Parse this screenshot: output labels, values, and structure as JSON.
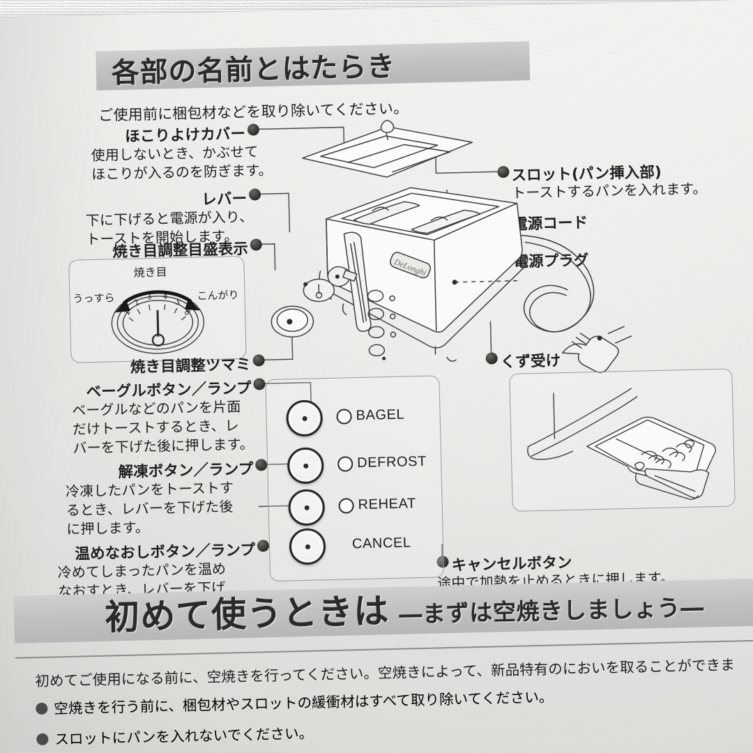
{
  "document": {
    "language": "ja",
    "kind": "appliance-instruction-manual-page",
    "product_brand": "DeLonghi"
  },
  "sections": {
    "parts": {
      "heading": "各部の名前とはたらき",
      "notice": "ご使用前に梱包材などを取り除いてください。"
    },
    "first_use": {
      "heading_main": "初めて使うときは",
      "heading_sub": "―まずは空焼きしましょう―",
      "paragraph": "初めてご使用になる前に、空焼きを行ってください。空焼きによって、新品特有のにおいを取ることができま",
      "bullets": [
        "空焼きを行う前に、梱包材やスロットの緩衝材はすべて取り除いてください。",
        "スロットにパンを入れないでください。"
      ]
    }
  },
  "callouts_left": [
    {
      "id": "dust-cover",
      "label": "ほこりよけカバー",
      "description": "使用しないとき、かぶせて\nほこりが入るのを防ぎます。"
    },
    {
      "id": "lever",
      "label": "レバー",
      "description": "下に下げると電源が入り、\nトーストを開始します。"
    },
    {
      "id": "browning-scale",
      "label": "焼き目調整目盛表示",
      "description": ""
    },
    {
      "id": "browning-knob",
      "label": "焼き目調整ツマミ",
      "description": ""
    },
    {
      "id": "bagel-button",
      "label": "ベーグルボタン／ランプ",
      "description": "ベーグルなどのパンを片面\nだけトーストするとき、レ\nバーを下げた後に押します。"
    },
    {
      "id": "defrost-button",
      "label": "解凍ボタン／ランプ",
      "description": "冷凍したパンをトーストす\nるとき、レバーを下げた後\nに押します。"
    },
    {
      "id": "reheat-button",
      "label": "温めなおしボタン／ランプ",
      "description": "冷めてしまったパンを温め\nなおすとき、レバーを下げ\nた後に押します。"
    }
  ],
  "callouts_right": [
    {
      "id": "slot",
      "label": "スロット(パン挿入部)",
      "description": "トーストするパンを入れます。"
    },
    {
      "id": "power-cord",
      "label": "電源コード",
      "description": ""
    },
    {
      "id": "power-plug",
      "label": "電源プラグ",
      "description": ""
    },
    {
      "id": "crumb-tray",
      "label": "くず受け",
      "description": ""
    },
    {
      "id": "cancel-button",
      "label": "キャンセルボタン",
      "description": "途中で加熱を止めるときに押します。"
    }
  ],
  "dial_inset": {
    "caption_top": "焼き目",
    "label_left": "うっすら",
    "label_right": "こんがり",
    "ticks": [
      "1",
      "2",
      "3",
      "4",
      "5",
      "6"
    ]
  },
  "control_panel": {
    "buttons": [
      {
        "label": "BAGEL",
        "has_lamp": true
      },
      {
        "label": "DEFROST",
        "has_lamp": true
      },
      {
        "label": "REHEAT",
        "has_lamp": true
      },
      {
        "label": "CANCEL",
        "has_lamp": false
      }
    ]
  },
  "colors": {
    "heading_bar": "#c2c2c2",
    "paper": "#f6f6f4",
    "ink": "#1f1f1f",
    "line": "#4d4d4d",
    "background_cloth": "#f2f2f0"
  }
}
